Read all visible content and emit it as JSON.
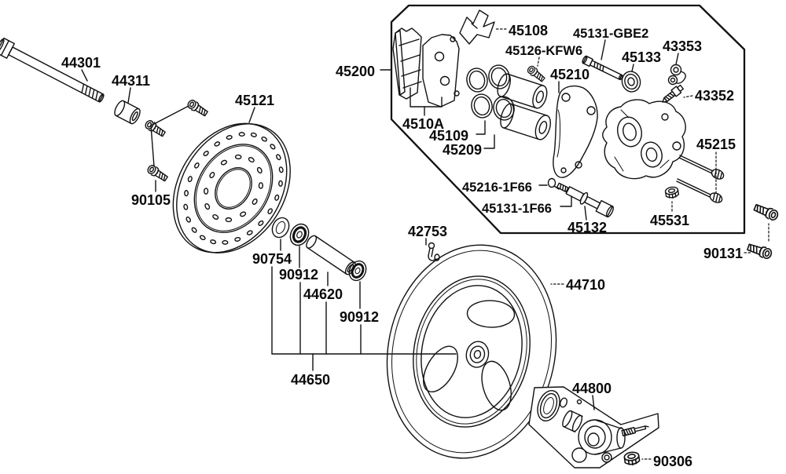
{
  "colors": {
    "background": "#ffffff",
    "ink": "#111111"
  },
  "parts": {
    "p44301": "44301",
    "p44311": "44311",
    "p45121": "45121",
    "p90105": "90105",
    "p45200": "45200",
    "p45108": "45108",
    "p45126": "45126-KFW6",
    "p45131gbe2": "45131-GBE2",
    "p45133": "45133",
    "p43353": "43353",
    "p45210": "45210",
    "p43352": "43352",
    "p4510a": "4510A",
    "p45109": "45109",
    "p45209": "45209",
    "p45216": "45216-1F66",
    "p45131f": "45131-1F66",
    "p45132": "45132",
    "p45531": "45531",
    "p45215": "45215",
    "p90131": "90131",
    "p42753": "42753",
    "p44710": "44710",
    "p90754": "90754",
    "p90912a": "90912",
    "p44620": "44620",
    "p90912b": "90912",
    "p44650": "44650",
    "p44800": "44800",
    "p90306": "90306"
  }
}
